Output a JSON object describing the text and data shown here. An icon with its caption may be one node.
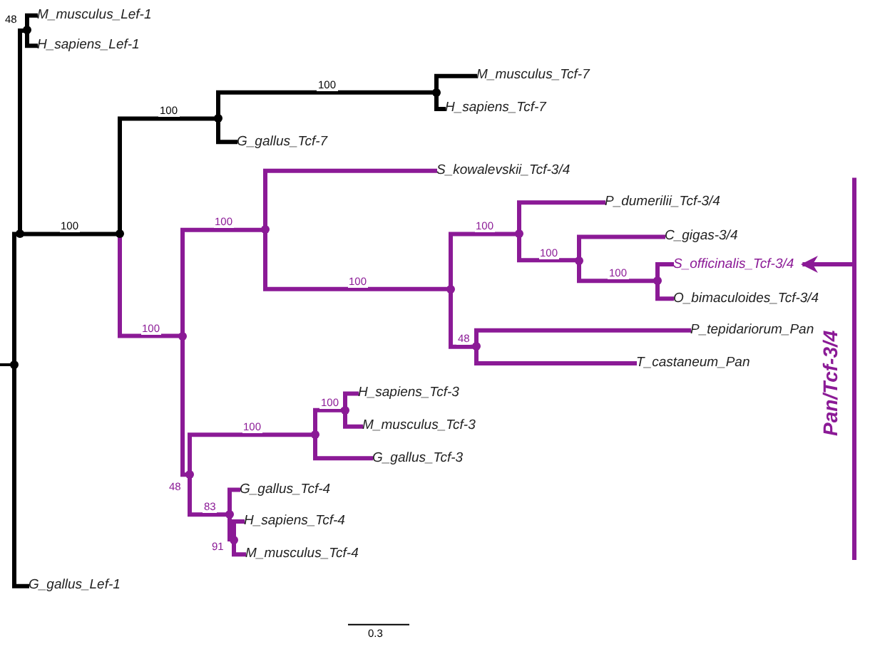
{
  "diagram": {
    "nodes": [
      {
        "text": [],
        "shape": "point"
      },
      {
        "text": [],
        "shape": "point"
      },
      {
        "text": [],
        "shape": "point"
      },
      {
        "text": [
          "M_musculus_Lef-1"
        ]
      },
      {
        "text": [
          "H_sapiens_Lef-1"
        ]
      },
      {
        "text": [],
        "shape": "point"
      },
      {
        "text": [],
        "shape": "point"
      },
      {
        "text": [],
        "shape": "point"
      },
      {
        "text": [
          "M_musculus_Tcf-7"
        ]
      },
      {
        "text": [
          "H_sapiens_Tcf-7"
        ]
      },
      {
        "text": [
          "G_gallus_Tcf-7"
        ]
      },
      {
        "text": [],
        "shape": "point"
      },
      {
        "text": [],
        "shape": "point"
      },
      {
        "text": [
          "S_kowalevskii_Tcf-3/4"
        ]
      },
      {
        "text": [],
        "shape": "point"
      },
      {
        "text": [],
        "shape": "point"
      },
      {
        "text": [
          "P_dumerilii_Tcf-3/4"
        ]
      },
      {
        "text": [],
        "shape": "point"
      },
      {
        "text": [
          "C_gigas-3/4"
        ]
      },
      {
        "text": [],
        "shape": "point"
      },
      {
        "text": [
          "S_officinalis_Tcf-3/4"
        ]
      },
      {
        "text": [
          "O_bimaculoides_Tcf-3/4"
        ]
      },
      {
        "text": [],
        "shape": "point"
      },
      {
        "text": [
          "P_tepidariorum_Pan"
        ]
      },
      {
        "text": [
          "T_castaneum_Pan"
        ]
      },
      {
        "text": [],
        "shape": "point"
      },
      {
        "text": [],
        "shape": "point"
      },
      {
        "text": [],
        "shape": "point"
      },
      {
        "text": [
          "H_sapiens_Tcf-3"
        ]
      },
      {
        "text": [
          "M_musculus_Tcf-3"
        ]
      },
      {
        "text": [
          "G_gallus_Tcf-3"
        ]
      },
      {
        "text": [],
        "shape": "point"
      },
      {
        "text": [
          "G_gallus_Tcf-4"
        ]
      },
      {
        "text": [],
        "shape": "point"
      },
      {
        "text": [
          "H_sapiens_Tcf-4"
        ]
      },
      {
        "text": [
          "M_musculus_Tcf-4"
        ]
      },
      {
        "text": [
          "G_gallus_Lef-1"
        ]
      }
    ],
    "edges": [
      {
        "from": 0,
        "to": 1,
        "arrow": "none",
        "color": "#000000"
      },
      {
        "from": 1,
        "to": 2,
        "arrow": "none",
        "color": "#000000",
        "label": "48"
      },
      {
        "from": 2,
        "to": 3,
        "arrow": "none",
        "color": "#000000"
      },
      {
        "from": 2,
        "to": 4,
        "arrow": "none",
        "color": "#000000"
      },
      {
        "from": 1,
        "to": 5,
        "arrow": "none",
        "color": "#000000",
        "label": "100"
      },
      {
        "from": 5,
        "to": 6,
        "arrow": "none",
        "color": "#000000",
        "label": "100"
      },
      {
        "from": 6,
        "to": 7,
        "arrow": "none",
        "color": "#000000",
        "label": "100"
      },
      {
        "from": 7,
        "to": 8,
        "arrow": "none",
        "color": "#000000"
      },
      {
        "from": 7,
        "to": 9,
        "arrow": "none",
        "color": "#000000"
      },
      {
        "from": 6,
        "to": 10,
        "arrow": "none",
        "color": "#000000"
      },
      {
        "from": 5,
        "to": 11,
        "arrow": "none",
        "label": "100"
      },
      {
        "from": 11,
        "to": 12,
        "arrow": "none",
        "label": "100"
      },
      {
        "from": 12,
        "to": 13,
        "arrow": "none"
      },
      {
        "from": 12,
        "to": 14,
        "arrow": "none",
        "label": "100"
      },
      {
        "from": 14,
        "to": 15,
        "arrow": "none",
        "label": "100"
      },
      {
        "from": 15,
        "to": 16,
        "arrow": "none"
      },
      {
        "from": 15,
        "to": 17,
        "arrow": "none",
        "label": "100"
      },
      {
        "from": 17,
        "to": 18,
        "arrow": "none"
      },
      {
        "from": 17,
        "to": 19,
        "arrow": "none",
        "label": "100"
      },
      {
        "from": 19,
        "to": 20,
        "arrow": "none"
      },
      {
        "from": 19,
        "to": 21,
        "arrow": "none"
      },
      {
        "from": 14,
        "to": 22,
        "arrow": "none",
        "label": "48"
      },
      {
        "from": 22,
        "to": 23,
        "arrow": "none"
      },
      {
        "from": 22,
        "to": 24,
        "arrow": "none"
      },
      {
        "from": 11,
        "to": 25,
        "arrow": "none",
        "label": "48"
      },
      {
        "from": 25,
        "to": 26,
        "arrow": "none",
        "label": "100"
      },
      {
        "from": 26,
        "to": 27,
        "arrow": "none",
        "label": "100"
      },
      {
        "from": 27,
        "to": 28,
        "arrow": "none"
      },
      {
        "from": 27,
        "to": 29,
        "arrow": "none"
      },
      {
        "from": 26,
        "to": 30,
        "arrow": "none"
      },
      {
        "from": 25,
        "to": 31,
        "arrow": "none",
        "label": "83"
      },
      {
        "from": 31,
        "to": 32,
        "arrow": "none"
      },
      {
        "from": 31,
        "to": 33,
        "arrow": "none",
        "label": "91"
      },
      {
        "from": 33,
        "to": 34,
        "arrow": "none"
      },
      {
        "from": 33,
        "to": 35,
        "arrow": "none"
      },
      {
        "from": 0,
        "to": 36,
        "arrow": "none",
        "color": "#000000"
      },
      {
        "from": null,
        "to": 20,
        "arrow": "to",
        "color": "#8b1a96"
      }
    ],
    "labels": [
      "Pan/Tcf-3/4",
      "0.3"
    ]
  }
}
